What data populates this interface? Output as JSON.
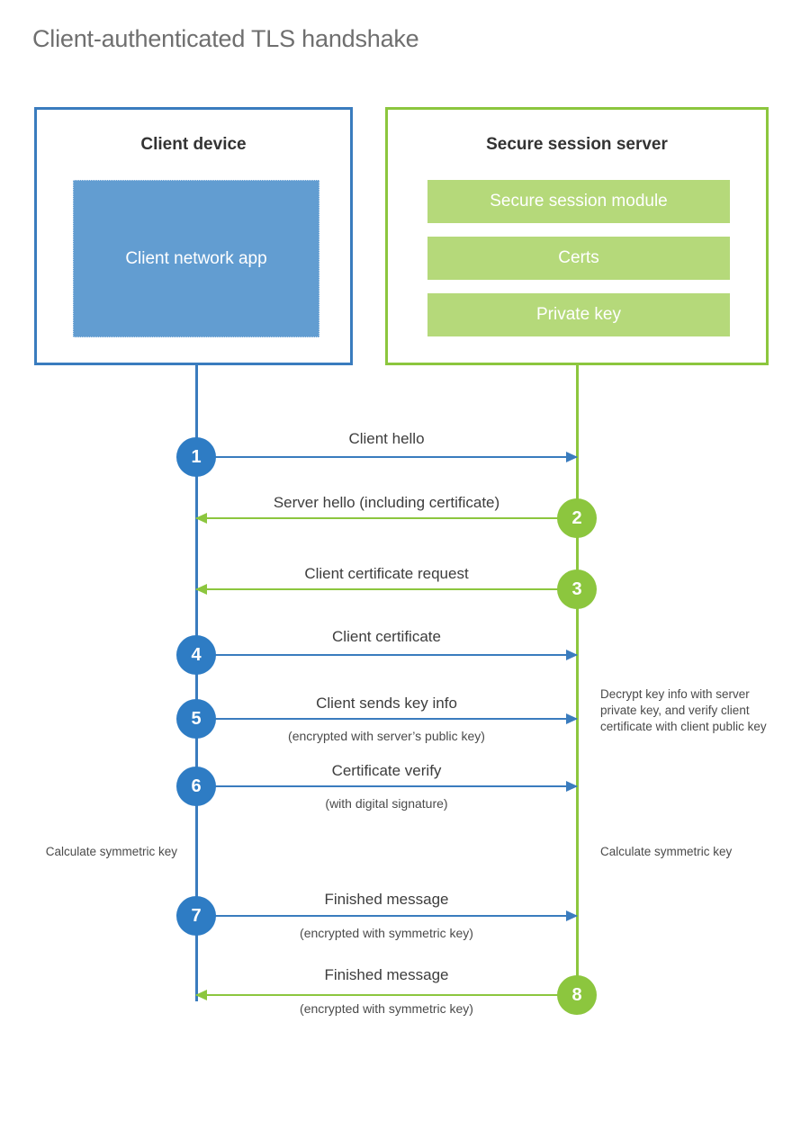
{
  "title": "Client-authenticated TLS handshake",
  "colors": {
    "client_accent": "#3a7cbe",
    "client_badge": "#2e7cc4",
    "client_app_fill": "#629dd1",
    "server_accent": "#8cc63e",
    "server_item_fill": "#b5d97a",
    "title_text": "#6f6f6f",
    "body_text": "#3d3d3d"
  },
  "actors": {
    "client": {
      "title": "Client device",
      "app_label": "Client network app"
    },
    "server": {
      "title": "Secure session server",
      "items": [
        {
          "label": "Secure session module"
        },
        {
          "label": "Certs"
        },
        {
          "label": "Private key"
        }
      ]
    }
  },
  "messages": [
    {
      "step": "1",
      "label": "Client hello",
      "sub": "",
      "direction": "client-to-server"
    },
    {
      "step": "2",
      "label": "Server hello (including certificate)",
      "sub": "",
      "direction": "server-to-client"
    },
    {
      "step": "3",
      "label": "Client certificate request",
      "sub": "",
      "direction": "server-to-client"
    },
    {
      "step": "4",
      "label": "Client certificate",
      "sub": "",
      "direction": "client-to-server"
    },
    {
      "step": "5",
      "label": "Client sends key info",
      "sub": "(encrypted with server’s public key)",
      "direction": "client-to-server"
    },
    {
      "step": "6",
      "label": "Certificate verify",
      "sub": "(with digital signature)",
      "direction": "client-to-server"
    },
    {
      "step": "7",
      "label": "Finished message",
      "sub": "(encrypted with symmetric key)",
      "direction": "client-to-server"
    },
    {
      "step": "8",
      "label": "Finished message",
      "sub": "(encrypted with symmetric key)",
      "direction": "server-to-client"
    }
  ],
  "notes": {
    "server_decrypt": "Decrypt key info with server private key, and verify client certificate with client public key",
    "client_calculate": "Calculate symmetric key",
    "server_calculate": "Calculate symmetric key"
  }
}
